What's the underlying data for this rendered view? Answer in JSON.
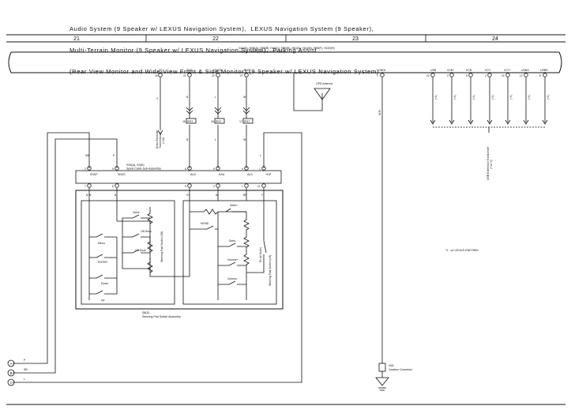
{
  "title_lines": [
    "Audio System (9 Speaker w/ LEXUS Navigation System),  LEXUS Navigation System (9 Speaker),",
    "Multi-Terrain Monitor (9 Speaker w/ LEXUS Navigation System),  Parking Assist",
    "(Rear View Monitor and Wide-View Front & Side Monitor) (9 Speaker w/ LEXUS Navigation System)"
  ],
  "columns": [
    "21",
    "22",
    "23",
    "24"
  ],
  "display_unit": {
    "code": "G42(A), H25(A), H30(B), H40(C), H60(D), H61(D), H14(G), H95(F), H100(H)",
    "name": "Display & Navigation Module Display"
  },
  "top_pins": [
    {
      "name": "TS",
      "num": "18",
      "wire": "V"
    },
    {
      "name": "SW2",
      "num": "22",
      "wire": "B"
    },
    {
      "name": "SWG",
      "num": "23",
      "wire": "L"
    },
    {
      "name": "SW1",
      "num": "27",
      "wire": "W"
    },
    {
      "name": "GND1",
      "num": "1",
      "wire": ""
    },
    {
      "name": "USB",
      "num": "22",
      "wire": ""
    },
    {
      "name": "VCB+",
      "num": "2",
      "wire": ""
    },
    {
      "name": "VCB-",
      "num": "5",
      "wire": ""
    },
    {
      "name": "VCT-",
      "num": "3",
      "wire": ""
    },
    {
      "name": "VCT+",
      "num": "16",
      "wire": ""
    },
    {
      "name": "USBG",
      "num": "12",
      "wire": ""
    },
    {
      "name": "USBR",
      "num": "8",
      "wire": ""
    }
  ],
  "splices": [
    {
      "num": "15",
      "id": "IP3T"
    },
    {
      "num": "16",
      "id": "IP3T"
    },
    {
      "num": "17",
      "id": "IP3T"
    }
  ],
  "gps_antenna": "GPS Antenna",
  "ground_wire": "W-B",
  "usb_wires": [
    "(+1)",
    "(+1)",
    "(+1)",
    "(+1)",
    "(+1)",
    "(+1)",
    "(+1)"
  ],
  "ref_h4": [
    "Drive Recorder",
    "Transmission",
    "(+12)"
  ],
  "ref_usb": [
    "USB Extension Transceiver",
    "(+12 V)"
  ],
  "spiral_cable": {
    "code": "S39(A), S9(D)",
    "name": "Spiral Cable Sub-Assembly"
  },
  "spiral_top_pins": [
    {
      "num": "2",
      "wire": "SB"
    },
    {
      "num": "9",
      "wire": "P"
    },
    {
      "num": "8",
      "wire": ""
    },
    {
      "num": "6",
      "wire": ""
    },
    {
      "num": "4",
      "wire": ""
    },
    {
      "num": "1",
      "wire": "L"
    }
  ],
  "spiral_bottom": [
    {
      "name": "SSSP",
      "num": "7",
      "wire": "B-W"
    },
    {
      "name": "SN2G",
      "num": "8",
      "wire": "B"
    },
    {
      "name": "AU2",
      "num": "5",
      "wire": "GY"
    },
    {
      "name": "EAU",
      "num": "2",
      "wire": "W"
    },
    {
      "name": "AU1",
      "num": "1",
      "wire": "BR"
    },
    {
      "name": "+DP",
      "num": "11",
      "wire": "Y"
    }
  ],
  "left_switch_labels": [
    "Voice",
    "Off Hook",
    "On Hook",
    "Menu",
    "ENTER",
    "Down",
    "Up"
  ],
  "left_switch_title": "Steering Pad Switch (S8)",
  "right_switch_labels": [
    "MODE",
    "Seek+",
    "Seek-",
    "Volume+",
    "Volume-",
    "Rx (w/ Mode)"
  ],
  "right_switch_title": "Steering Pad Switch (LH)",
  "note": "*1 : w/ LEXUS ENFORM",
  "steering_pad": {
    "code": "S8(D)",
    "name": "Steering Pad Switch Assembly"
  },
  "bottom_refs": [
    {
      "letter": "A",
      "wire": "P"
    },
    {
      "letter": "B",
      "wire": "SB"
    },
    {
      "letter": "C",
      "wire": "L"
    }
  ],
  "junction": {
    "code": "H28",
    "name": "Junction Connector"
  }
}
